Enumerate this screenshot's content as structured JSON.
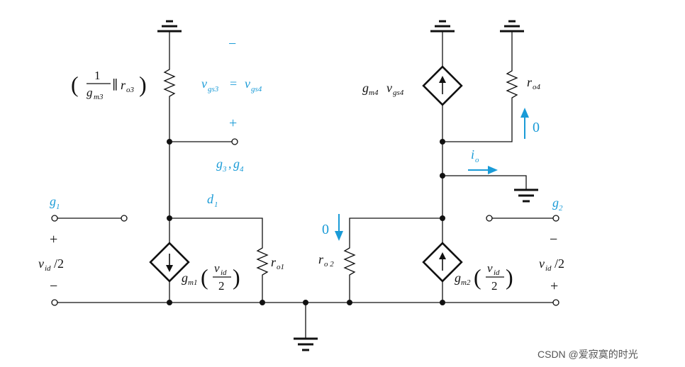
{
  "colors": {
    "wire": "#111111",
    "annotation": "#1a9bd7"
  },
  "labels": {
    "res_m3_one": "1",
    "res_m3_gm": "g",
    "res_m3_gm_sub": "m3",
    "res_m3_par": "∥",
    "res_m3_ro": "r",
    "res_m3_ro_sub": "o3",
    "vgs_minus": "−",
    "vgs_plus": "+",
    "vgs3": "v",
    "vgs3_sub": "gs3",
    "vgs_eq": "=",
    "vgs4": "v",
    "vgs4_sub": "gs4",
    "node_g3g4": "g",
    "node_g3g4_sub1": "3",
    "node_g3g4_sep": ",",
    "node_g3g4_g": "g",
    "node_g3g4_sub2": "4",
    "node_d1": "d",
    "node_d1_sub": "1",
    "node_g1": "g",
    "node_g1_sub": "1",
    "node_g2": "g",
    "node_g2_sub": "2",
    "vid_left": "v",
    "vid_left_sub": "id",
    "vid_left_div": "/2",
    "vid_left_plus": "+",
    "vid_left_minus": "−",
    "vid_right": "v",
    "vid_right_sub": "id",
    "vid_right_div": "/2",
    "vid_right_plus": "+",
    "vid_right_minus": "−",
    "gm1": "g",
    "gm1_sub": "m1",
    "gm1_num": "v",
    "gm1_num_sub": "id",
    "gm1_den": "2",
    "gm2": "g",
    "gm2_sub": "m2",
    "gm2_num": "v",
    "gm2_num_sub": "id",
    "gm2_den": "2",
    "ro1": "r",
    "ro1_sub": "o1",
    "ro2": "r",
    "ro2_sub": "o 2",
    "ro2_current": "0",
    "gm4": "g",
    "gm4_sub": "m4",
    "gm4_v": "v",
    "gm4_v_sub": "gs4",
    "ro4": "r",
    "ro4_sub": "o4",
    "ro4_current": "0",
    "io": "i",
    "io_sub": "o"
  },
  "watermark": "CSDN @爱寂寞的时光"
}
